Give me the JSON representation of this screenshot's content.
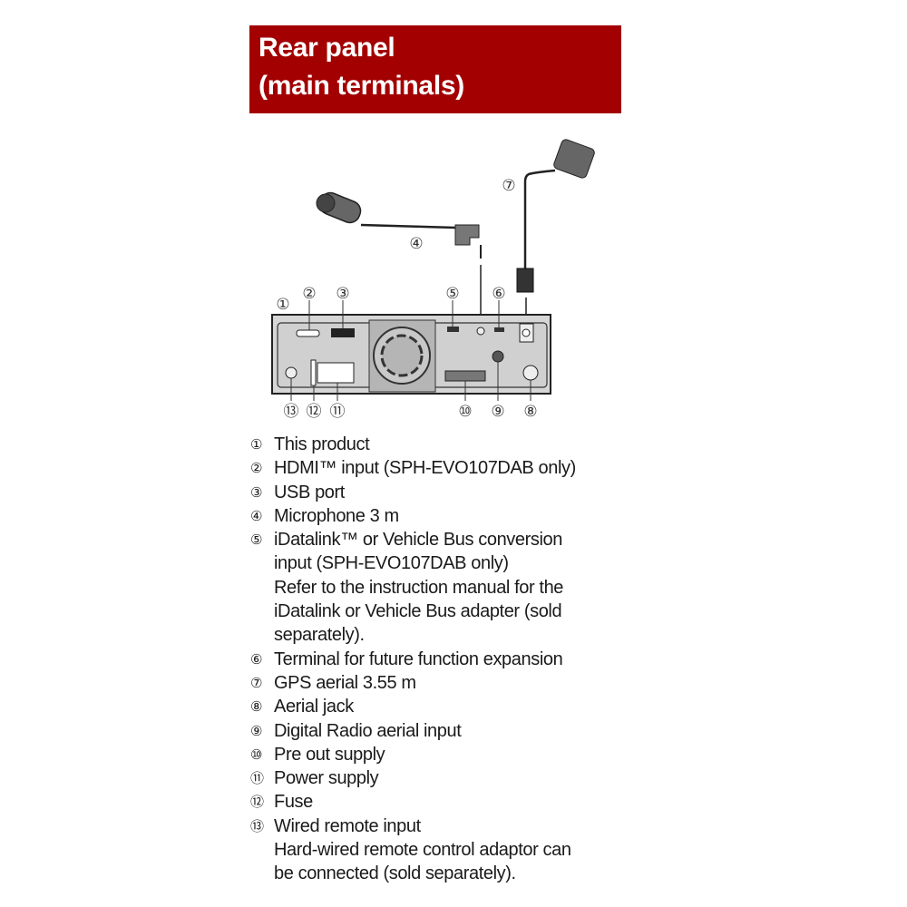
{
  "title": {
    "line1": "Rear panel",
    "line2": "(main terminals)"
  },
  "colors": {
    "title_bg": "#a30101",
    "title_text": "#ffffff"
  },
  "callouts": {
    "c1": "①",
    "c2": "②",
    "c3": "③",
    "c4": "④",
    "c5": "⑤",
    "c6": "⑥",
    "c7": "⑦",
    "c8": "⑧",
    "c9": "⑨",
    "c10": "⑩",
    "c11": "⑪",
    "c12": "⑫",
    "c13": "⑬"
  },
  "legend": [
    {
      "num": "①",
      "lines": [
        "This product"
      ]
    },
    {
      "num": "②",
      "lines": [
        "HDMI™ input (SPH-EVO107DAB only)"
      ]
    },
    {
      "num": "③",
      "lines": [
        "USB port"
      ]
    },
    {
      "num": "④",
      "lines": [
        "Microphone 3 m"
      ]
    },
    {
      "num": "⑤",
      "lines": [
        "iDatalink™ or Vehicle Bus conversion",
        "input (SPH-EVO107DAB only)",
        "Refer to the instruction manual for the",
        "iDatalink or Vehicle Bus adapter (sold",
        "separately)."
      ]
    },
    {
      "num": "⑥",
      "lines": [
        "Terminal for future function expansion"
      ]
    },
    {
      "num": "⑦",
      "lines": [
        "GPS aerial 3.55 m"
      ]
    },
    {
      "num": "⑧",
      "lines": [
        "Aerial jack"
      ]
    },
    {
      "num": "⑨",
      "lines": [
        "Digital Radio aerial input"
      ]
    },
    {
      "num": "⑩",
      "lines": [
        "Pre out supply"
      ]
    },
    {
      "num": "⑪",
      "lines": [
        "Power supply"
      ]
    },
    {
      "num": "⑫",
      "lines": [
        "Fuse"
      ]
    },
    {
      "num": "⑬",
      "lines": [
        "Wired remote input",
        "Hard-wired remote control adaptor can",
        "be connected (sold separately)."
      ]
    }
  ]
}
